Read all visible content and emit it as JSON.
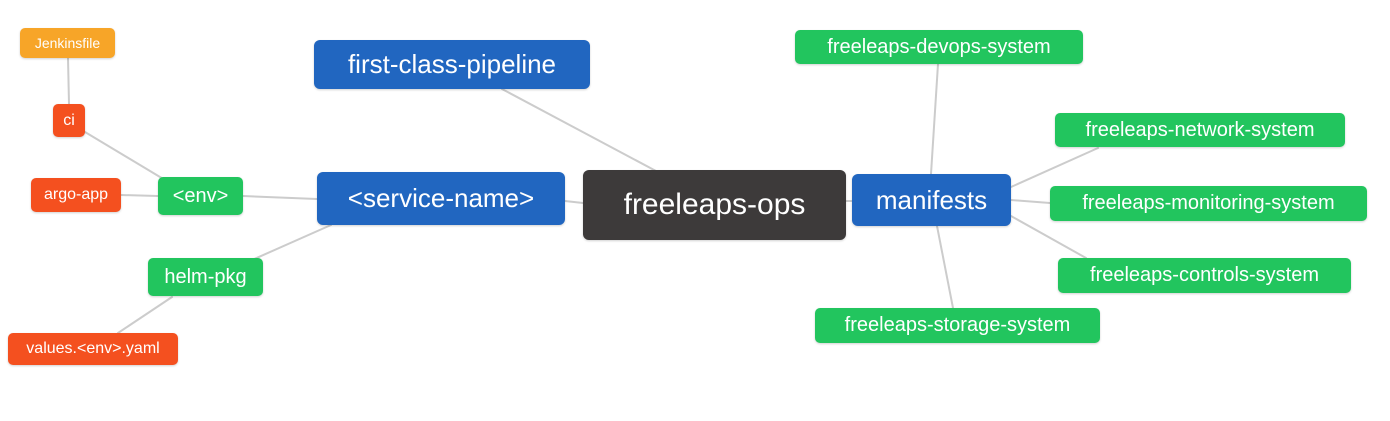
{
  "diagram": {
    "type": "mindmap",
    "background": "#ffffff",
    "edge_color": "#cccccc",
    "palette": {
      "root": "#3d3a3a",
      "branch_blue": "#2166c0",
      "leaf_green": "#22c55e",
      "leaf_red": "#f4501f",
      "leaf_orange": "#f7a528",
      "text": "#ffffff"
    },
    "nodes": {
      "root": {
        "label": "freeleaps-ops"
      },
      "first_class_pipeline": {
        "label": "first-class-pipeline"
      },
      "service_name": {
        "label": "<service-name>"
      },
      "manifests": {
        "label": "manifests"
      },
      "env": {
        "label": "<env>"
      },
      "helm_pkg": {
        "label": "helm-pkg"
      },
      "ci": {
        "label": "ci"
      },
      "argo_app": {
        "label": "argo-app"
      },
      "jenkinsfile": {
        "label": "Jenkinsfile"
      },
      "values_yaml": {
        "label": "values.<env>.yaml"
      },
      "devops_system": {
        "label": "freeleaps-devops-system"
      },
      "network_system": {
        "label": "freeleaps-network-system"
      },
      "monitoring_system": {
        "label": "freeleaps-monitoring-system"
      },
      "controls_system": {
        "label": "freeleaps-controls-system"
      },
      "storage_system": {
        "label": "freeleaps-storage-system"
      }
    },
    "edges": [
      {
        "from": "jenkinsfile",
        "to": "ci"
      },
      {
        "from": "ci",
        "to": "env"
      },
      {
        "from": "argo_app",
        "to": "env"
      },
      {
        "from": "env",
        "to": "service_name"
      },
      {
        "from": "helm_pkg",
        "to": "service_name"
      },
      {
        "from": "values_yaml",
        "to": "helm_pkg"
      },
      {
        "from": "first_class_pipeline",
        "to": "root"
      },
      {
        "from": "service_name",
        "to": "root"
      },
      {
        "from": "root",
        "to": "manifests"
      },
      {
        "from": "devops_system",
        "to": "manifests"
      },
      {
        "from": "manifests",
        "to": "network_system"
      },
      {
        "from": "manifests",
        "to": "monitoring_system"
      },
      {
        "from": "manifests",
        "to": "controls_system"
      },
      {
        "from": "manifests",
        "to": "storage_system"
      }
    ]
  }
}
